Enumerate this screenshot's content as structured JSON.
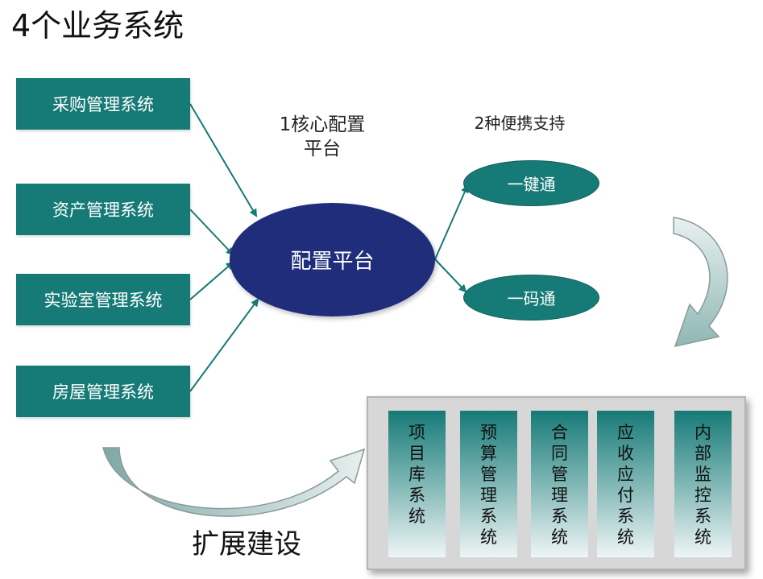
{
  "title": "4个业务系统",
  "business_systems": [
    {
      "label": "采购管理系统"
    },
    {
      "label": "资产管理系统"
    },
    {
      "label": "实验室管理系统"
    },
    {
      "label": "房屋管理系统"
    }
  ],
  "core_caption": {
    "line1": "1核心配置",
    "line2": "平台"
  },
  "center_node": "配置平台",
  "portable_caption": "2种便携支持",
  "portable": [
    {
      "label": "一键通"
    },
    {
      "label": "一码通"
    }
  ],
  "extension_label": "扩展建设",
  "extension_systems": [
    {
      "text": "项目库系统"
    },
    {
      "text": "预算管理系统"
    },
    {
      "text": "合同管理系统"
    },
    {
      "text": "应收应付系统"
    },
    {
      "text": "内部监控系统"
    }
  ],
  "colors": {
    "teal": "#167a77",
    "navy": "#1f2d7a",
    "panel": "#d7d7d7",
    "curve_arrow": "#9fc2bf"
  },
  "icons": [
    "curved-arrow-right-down",
    "curved-arrow-left-up"
  ]
}
